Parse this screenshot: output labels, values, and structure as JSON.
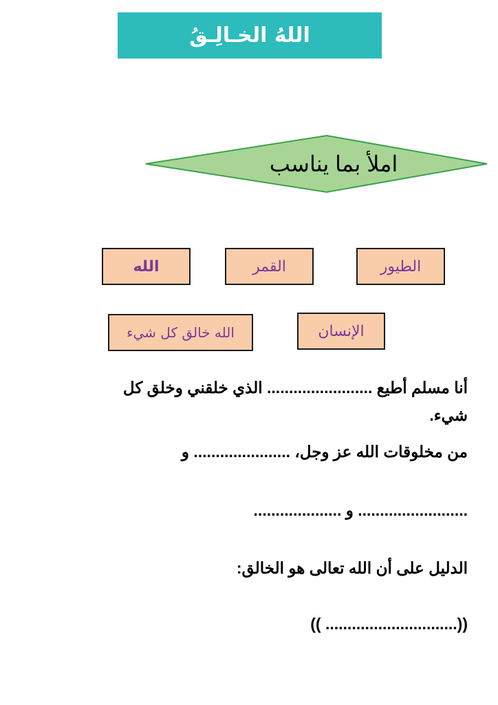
{
  "header": {
    "title": "اللهُ الخـالِـقُ",
    "banner_color": "#2dbbbc"
  },
  "instruction": {
    "label": "املأ بما يناسب",
    "fill_color": "#a8d595",
    "border_color": "#3aa14a"
  },
  "word_bank": {
    "box_color": "#f9cda9",
    "text_color": "#7a3a9a",
    "items": [
      {
        "label": "الطيور"
      },
      {
        "label": "القمر"
      },
      {
        "label": "الله"
      },
      {
        "label": "الإنسان"
      },
      {
        "label": "الله خالق كل شيء"
      }
    ]
  },
  "exercises": {
    "line1": "أنا مسلم أطيع ........................ الذي خلقني وخلق كل",
    "line1_cont": "شيء.",
    "line2": "من مخلوقات الله عز وجل، ...................... و",
    "line3": "......................... و ....................",
    "line4": "الدليل على أن الله تعالى هو الخالق:",
    "line5": "((.............................. ))"
  }
}
